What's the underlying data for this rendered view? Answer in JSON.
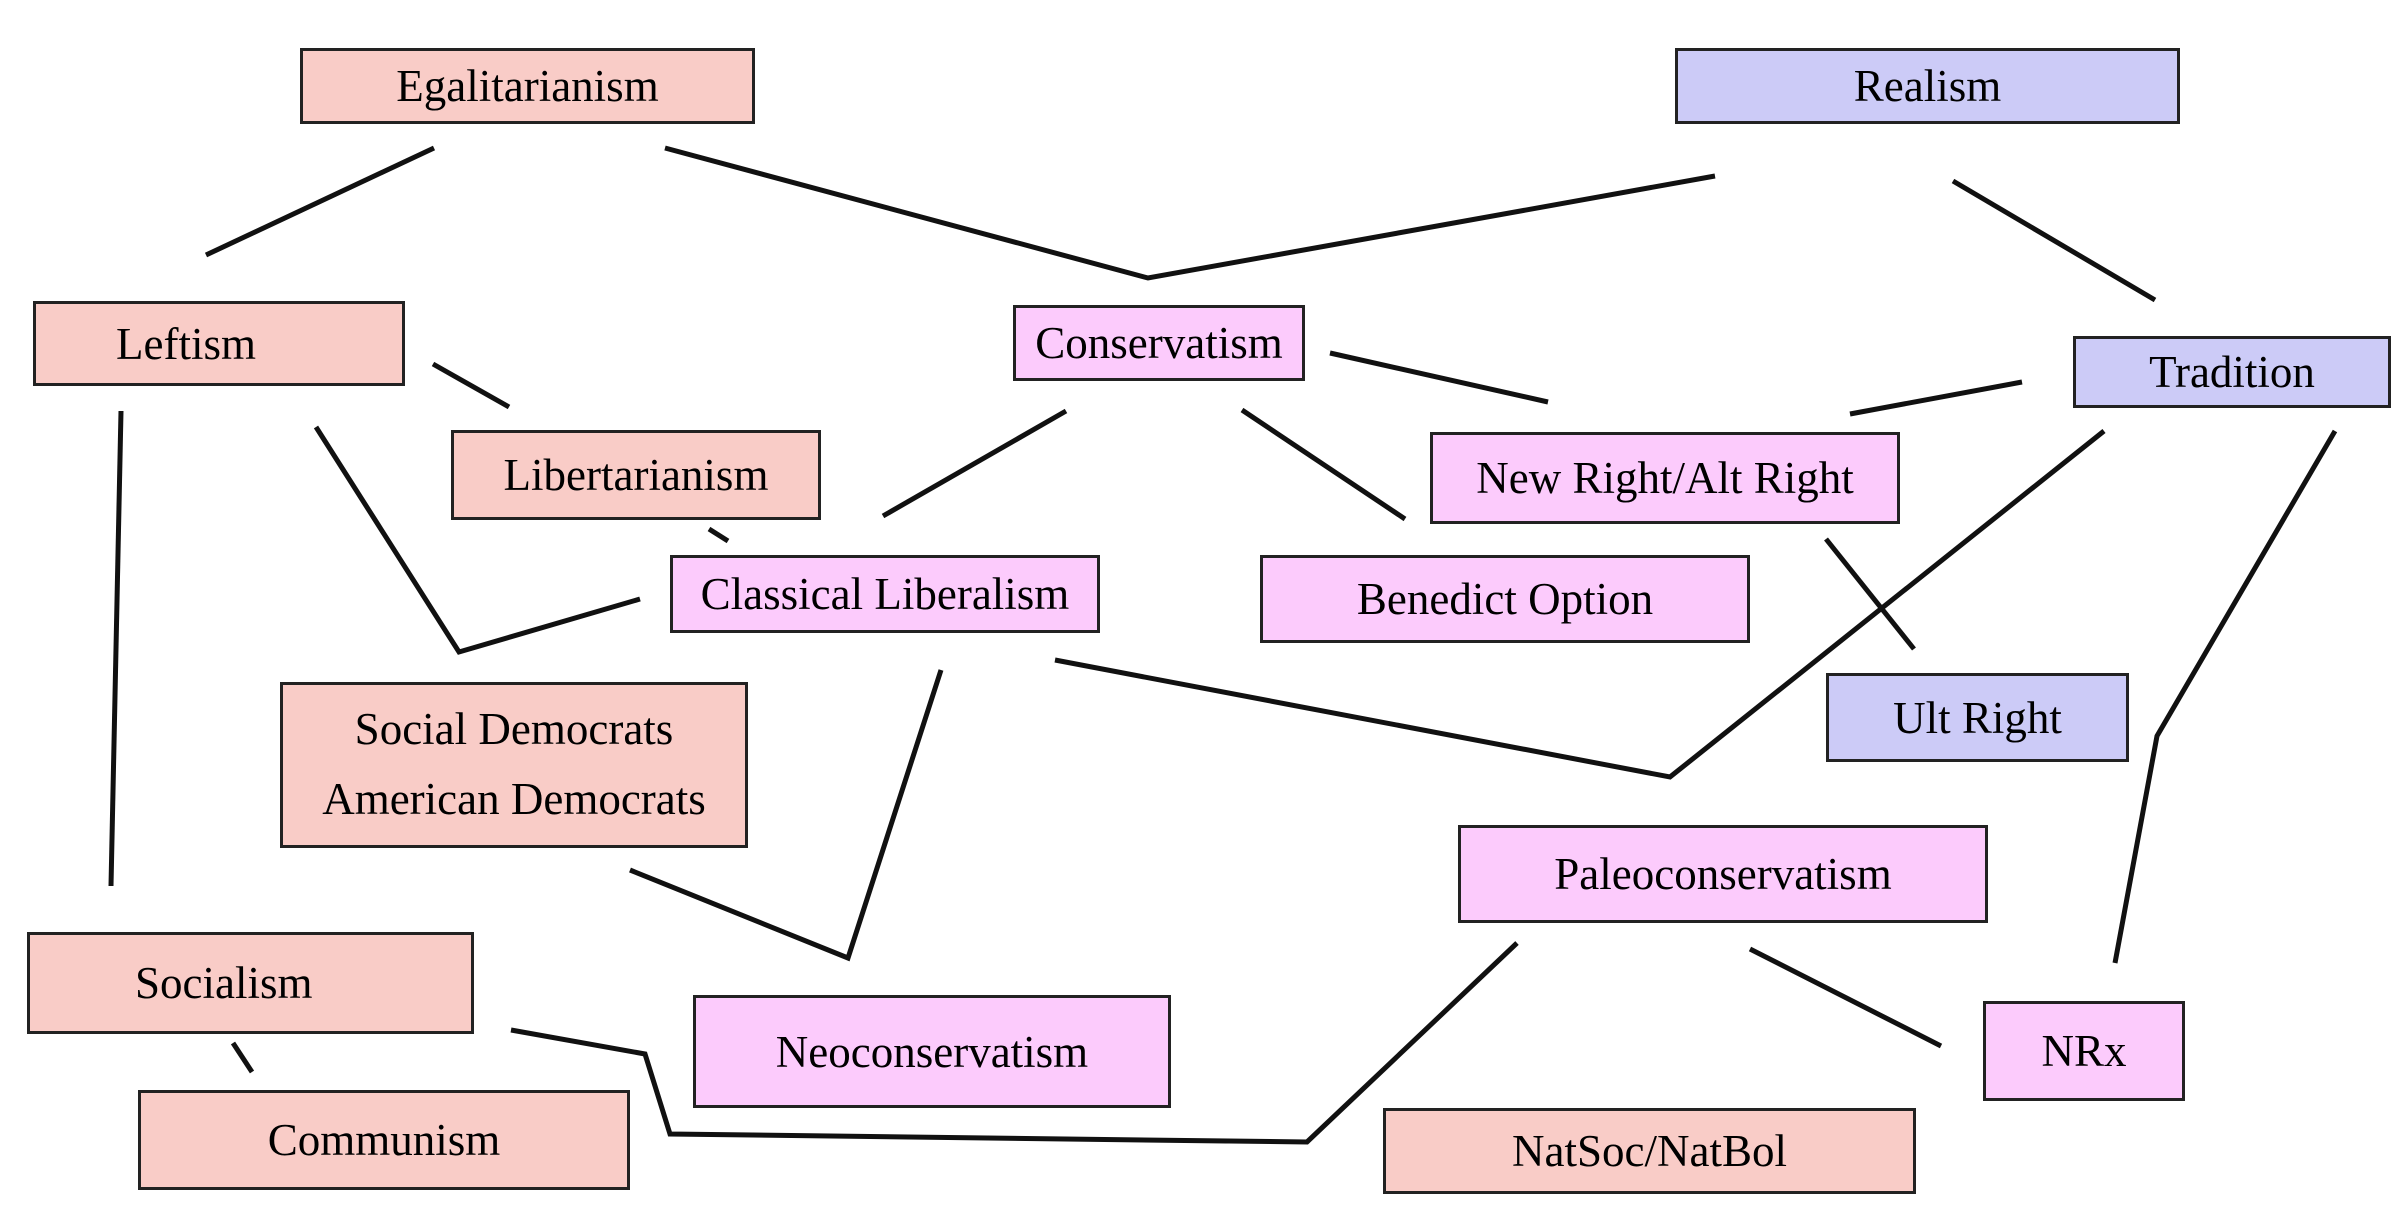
{
  "colors": {
    "left_fill": "#f9ccc7",
    "center_fill": "#fccbfc",
    "right_fill": "#cccbf7",
    "border": "#222222",
    "connector": "#111111"
  },
  "nodes": {
    "egalitarianism": {
      "label": "Egalitarianism",
      "group": "left"
    },
    "realism": {
      "label": "Realism",
      "group": "right"
    },
    "leftism": {
      "label": "Leftism",
      "group": "left"
    },
    "conservatism": {
      "label": "Conservatism",
      "group": "center"
    },
    "tradition": {
      "label": "Tradition",
      "group": "right"
    },
    "libertarianism": {
      "label": "Libertarianism",
      "group": "left"
    },
    "new_right": {
      "label": "New Right/Alt Right",
      "group": "center"
    },
    "classical_liberalism": {
      "label": "Classical Liberalism",
      "group": "center"
    },
    "benedict_option": {
      "label": "Benedict Option",
      "group": "center"
    },
    "ult_right": {
      "label": "Ult Right",
      "group": "right"
    },
    "social_democrats": {
      "line1": "Social Democrats",
      "line2": "American Democrats",
      "group": "left"
    },
    "paleoconservatism": {
      "label": "Paleoconservatism",
      "group": "center"
    },
    "socialism": {
      "label": "Socialism",
      "group": "left"
    },
    "neoconservatism": {
      "label": "Neoconservatism",
      "group": "center"
    },
    "nrx": {
      "label": "NRx",
      "group": "center"
    },
    "communism": {
      "label": "Communism",
      "group": "left"
    },
    "natsoc": {
      "label": "NatSoc/NatBol",
      "group": "left"
    }
  }
}
